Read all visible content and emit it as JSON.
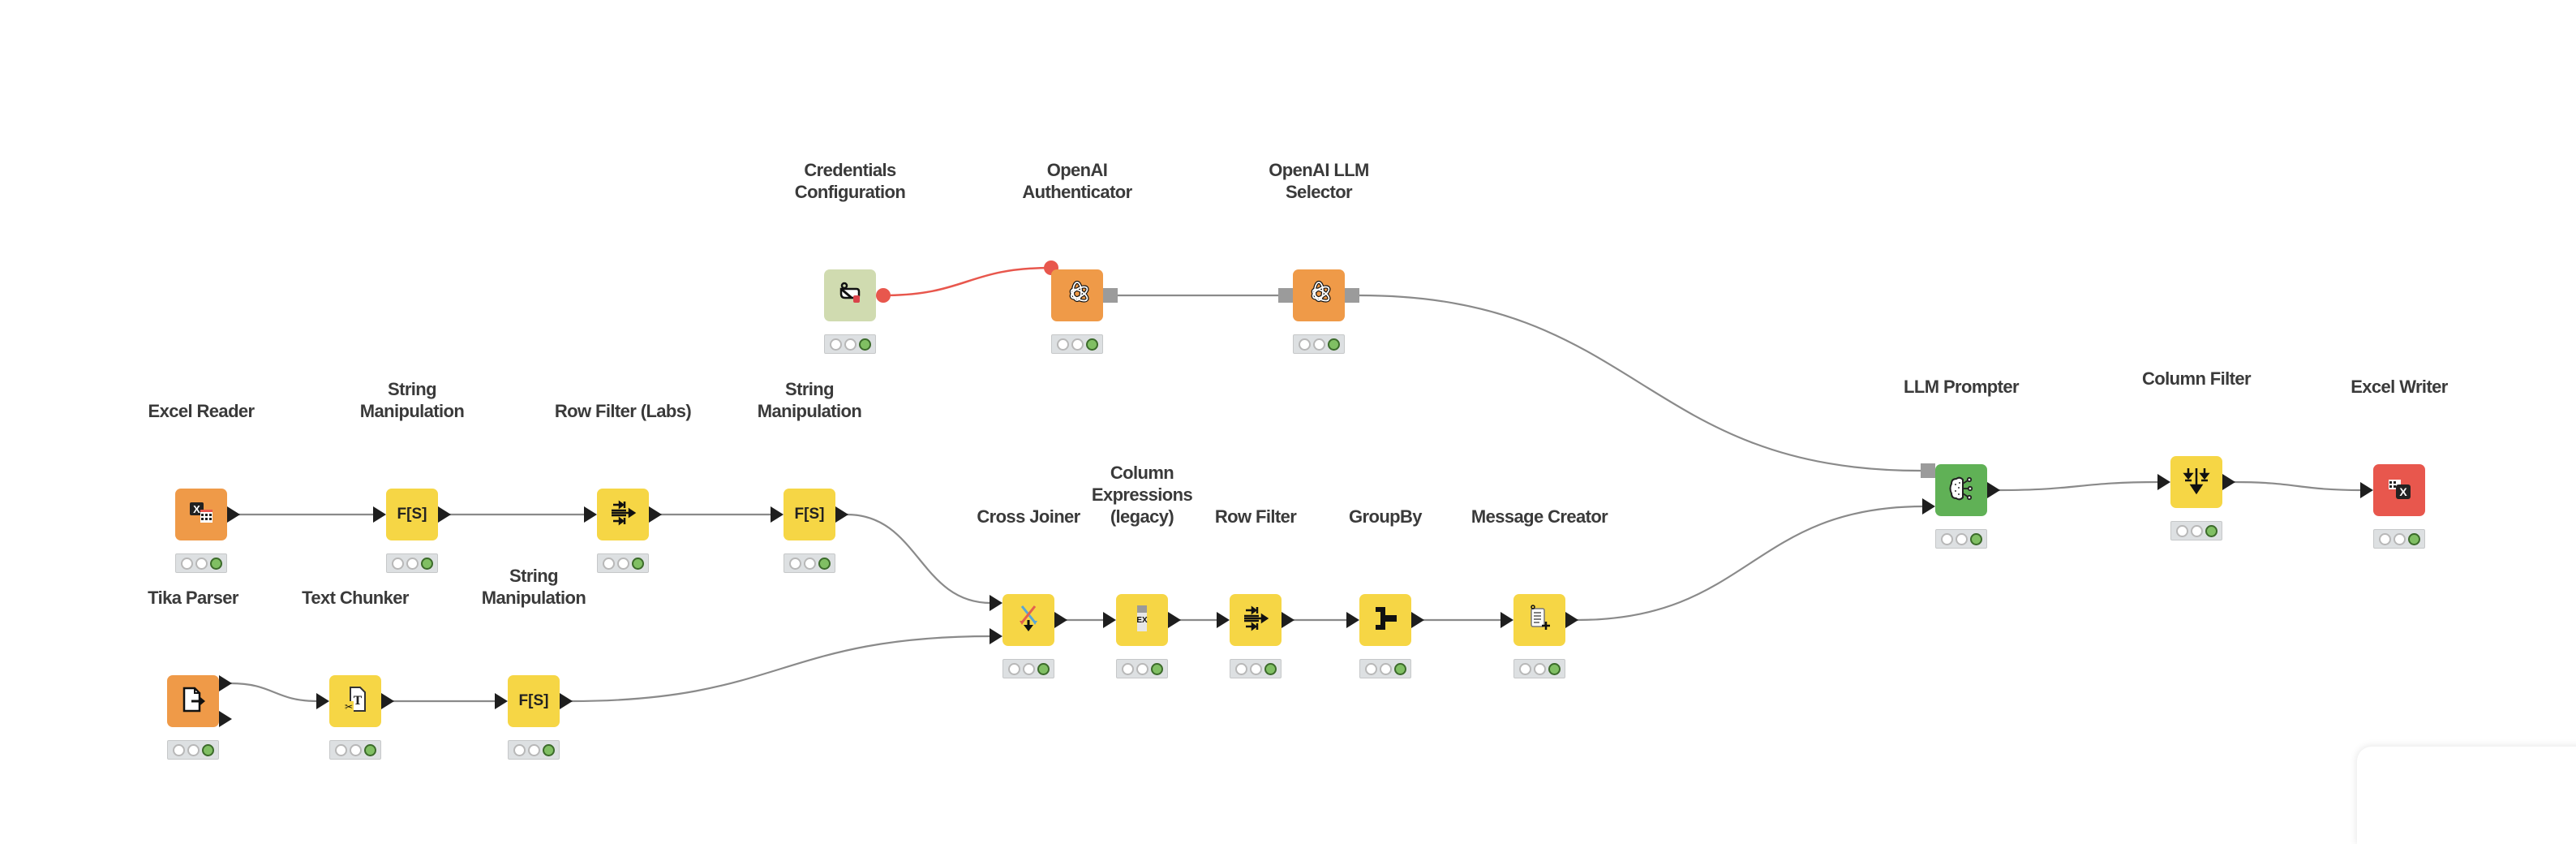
{
  "app": "KNIME Workflow Editor",
  "colors": {
    "source": "#ef9a48",
    "manipulator": "#f6d645",
    "learner": "#60b156",
    "sink": "#e8574d",
    "configuration": "#d0dbb0",
    "connection": "#8a8a8a",
    "credential_connection": "#e8574d",
    "status_ok": "#80bf63"
  },
  "nodes": [
    {
      "id": "credentials-configuration",
      "label": "Credentials\nConfiguration",
      "type": "configuration",
      "icon": "credentials-icon",
      "status": "executed"
    },
    {
      "id": "openai-authenticator",
      "label": "OpenAI\nAuthenticator",
      "type": "source",
      "icon": "openai-icon",
      "status": "executed"
    },
    {
      "id": "openai-llm-selector",
      "label": "OpenAI LLM\nSelector",
      "type": "source",
      "icon": "openai-icon",
      "status": "executed"
    },
    {
      "id": "excel-reader",
      "label": "Excel Reader",
      "type": "source",
      "icon": "excel-read-icon",
      "status": "executed"
    },
    {
      "id": "string-manipulation-1",
      "label": "String\nManipulation",
      "type": "manipulator",
      "icon": "string-manipulation-icon",
      "status": "executed"
    },
    {
      "id": "row-filter-labs",
      "label": "Row Filter (Labs)",
      "type": "manipulator",
      "icon": "row-filter-icon",
      "status": "executed"
    },
    {
      "id": "string-manipulation-2",
      "label": "String\nManipulation",
      "type": "manipulator",
      "icon": "string-manipulation-icon",
      "status": "executed"
    },
    {
      "id": "cross-joiner",
      "label": "Cross Joiner",
      "type": "manipulator",
      "icon": "cross-joiner-icon",
      "status": "executed"
    },
    {
      "id": "column-expressions",
      "label": "Column\nExpressions\n(legacy)",
      "type": "manipulator",
      "icon": "column-expressions-icon",
      "status": "executed"
    },
    {
      "id": "row-filter",
      "label": "Row Filter",
      "type": "manipulator",
      "icon": "row-filter-icon",
      "status": "executed"
    },
    {
      "id": "groupby",
      "label": "GroupBy",
      "type": "manipulator",
      "icon": "groupby-icon",
      "status": "executed"
    },
    {
      "id": "message-creator",
      "label": "Message Creator",
      "type": "manipulator",
      "icon": "message-creator-icon",
      "status": "executed"
    },
    {
      "id": "tika-parser",
      "label": "Tika Parser",
      "type": "source",
      "icon": "tika-parser-icon",
      "status": "executed"
    },
    {
      "id": "text-chunker",
      "label": "Text Chunker",
      "type": "manipulator",
      "icon": "text-chunker-icon",
      "status": "executed"
    },
    {
      "id": "string-manipulation-3",
      "label": "String\nManipulation",
      "type": "manipulator",
      "icon": "string-manipulation-icon",
      "status": "executed"
    },
    {
      "id": "llm-prompter",
      "label": "LLM Prompter",
      "type": "learner",
      "icon": "llm-prompter-icon",
      "status": "executed"
    },
    {
      "id": "column-filter",
      "label": "Column Filter",
      "type": "manipulator",
      "icon": "column-filter-icon",
      "status": "executed"
    },
    {
      "id": "excel-writer",
      "label": "Excel Writer",
      "type": "sink",
      "icon": "excel-write-icon",
      "status": "executed"
    }
  ],
  "connections": [
    {
      "from": "credentials-configuration",
      "to": "openai-authenticator",
      "kind": "credential"
    },
    {
      "from": "openai-authenticator",
      "to": "openai-llm-selector",
      "kind": "model"
    },
    {
      "from": "openai-llm-selector",
      "to": "llm-prompter",
      "kind": "model"
    },
    {
      "from": "excel-reader",
      "to": "string-manipulation-1",
      "kind": "table"
    },
    {
      "from": "string-manipulation-1",
      "to": "row-filter-labs",
      "kind": "table"
    },
    {
      "from": "row-filter-labs",
      "to": "string-manipulation-2",
      "kind": "table"
    },
    {
      "from": "string-manipulation-2",
      "to": "cross-joiner",
      "kind": "table",
      "port": 0
    },
    {
      "from": "string-manipulation-3",
      "to": "cross-joiner",
      "kind": "table",
      "port": 1
    },
    {
      "from": "cross-joiner",
      "to": "column-expressions",
      "kind": "table"
    },
    {
      "from": "column-expressions",
      "to": "row-filter",
      "kind": "table"
    },
    {
      "from": "row-filter",
      "to": "groupby",
      "kind": "table"
    },
    {
      "from": "groupby",
      "to": "message-creator",
      "kind": "table"
    },
    {
      "from": "message-creator",
      "to": "llm-prompter",
      "kind": "table"
    },
    {
      "from": "tika-parser",
      "to": "text-chunker",
      "kind": "table"
    },
    {
      "from": "text-chunker",
      "to": "string-manipulation-3",
      "kind": "table"
    },
    {
      "from": "llm-prompter",
      "to": "column-filter",
      "kind": "table"
    },
    {
      "from": "column-filter",
      "to": "excel-writer",
      "kind": "table"
    }
  ]
}
